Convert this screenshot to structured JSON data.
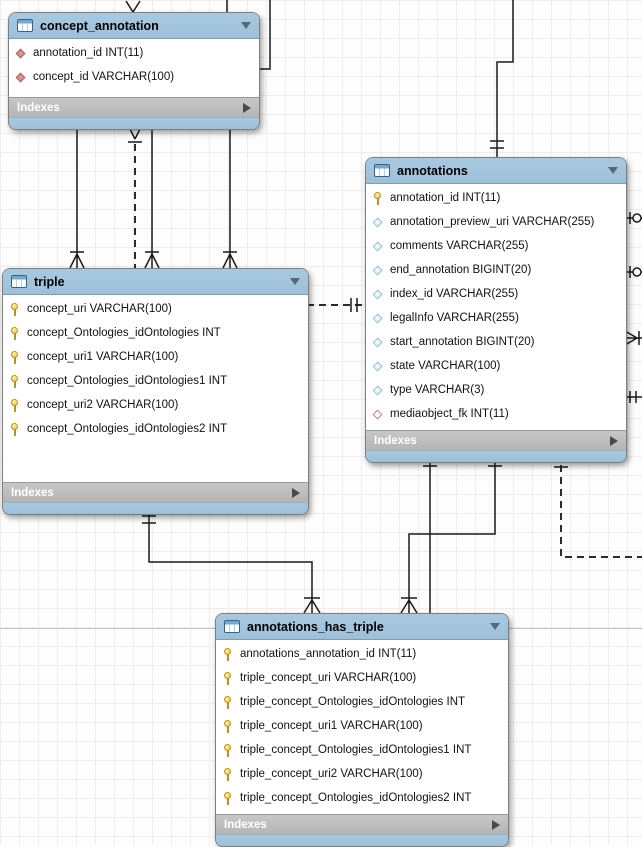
{
  "colors": {
    "header_blue": "#a7c9e0",
    "header_border": "#7f9cb1",
    "indexes_gray": "#b5b5b5",
    "indexes_text": "#ffffff",
    "table_border": "#7e7e7e",
    "relationship_line": "#1a1a1a",
    "grid_line": "#ededed",
    "page_divider": "#c2c2c2",
    "key_yellow": "#f3cc3a",
    "diamond_red": "#dd9191",
    "diamond_cyan": "#8fc3d4"
  },
  "tables": [
    {
      "name": "concept_annotation",
      "footer_label": "Indexes",
      "rows": [
        {
          "icon": "diamond-red",
          "text": "annotation_id INT(11)"
        },
        {
          "icon": "diamond-red",
          "text": "concept_id VARCHAR(100)"
        }
      ]
    },
    {
      "name": "annotations",
      "footer_label": "Indexes",
      "rows": [
        {
          "icon": "key",
          "text": "annotation_id INT(11)"
        },
        {
          "icon": "diamond-cyan",
          "text": "annotation_preview_uri VARCHAR(255)"
        },
        {
          "icon": "diamond-cyan",
          "text": "comments VARCHAR(255)"
        },
        {
          "icon": "diamond-cyan",
          "text": "end_annotation BIGINT(20)"
        },
        {
          "icon": "diamond-cyan",
          "text": "index_id VARCHAR(255)"
        },
        {
          "icon": "diamond-cyan",
          "text": "legalInfo VARCHAR(255)"
        },
        {
          "icon": "diamond-cyan",
          "text": "start_annotation BIGINT(20)"
        },
        {
          "icon": "diamond-cyan",
          "text": "state VARCHAR(100)"
        },
        {
          "icon": "diamond-cyan",
          "text": "type VARCHAR(3)"
        },
        {
          "icon": "diamond-red-outline",
          "text": "mediaobject_fk INT(11)"
        }
      ]
    },
    {
      "name": "triple",
      "footer_label": "Indexes",
      "rows": [
        {
          "icon": "key",
          "text": "concept_uri VARCHAR(100)"
        },
        {
          "icon": "key",
          "text": "concept_Ontologies_idOntologies INT"
        },
        {
          "icon": "key",
          "text": "concept_uri1 VARCHAR(100)"
        },
        {
          "icon": "key",
          "text": "concept_Ontologies_idOntologies1 INT"
        },
        {
          "icon": "key",
          "text": "concept_uri2 VARCHAR(100)"
        },
        {
          "icon": "key",
          "text": "concept_Ontologies_idOntologies2 INT"
        }
      ]
    },
    {
      "name": "annotations_has_triple",
      "footer_label": "Indexes",
      "rows": [
        {
          "icon": "key",
          "text": "annotations_annotation_id INT(11)"
        },
        {
          "icon": "key",
          "text": "triple_concept_uri VARCHAR(100)"
        },
        {
          "icon": "key",
          "text": "triple_concept_Ontologies_idOntologies INT"
        },
        {
          "icon": "key",
          "text": "triple_concept_uri1 VARCHAR(100)"
        },
        {
          "icon": "key",
          "text": "triple_concept_Ontologies_idOntologies1 INT"
        },
        {
          "icon": "key",
          "text": "triple_concept_uri2 VARCHAR(100)"
        },
        {
          "icon": "key",
          "text": "triple_concept_Ontologies_idOntologies2 INT"
        }
      ]
    }
  ]
}
